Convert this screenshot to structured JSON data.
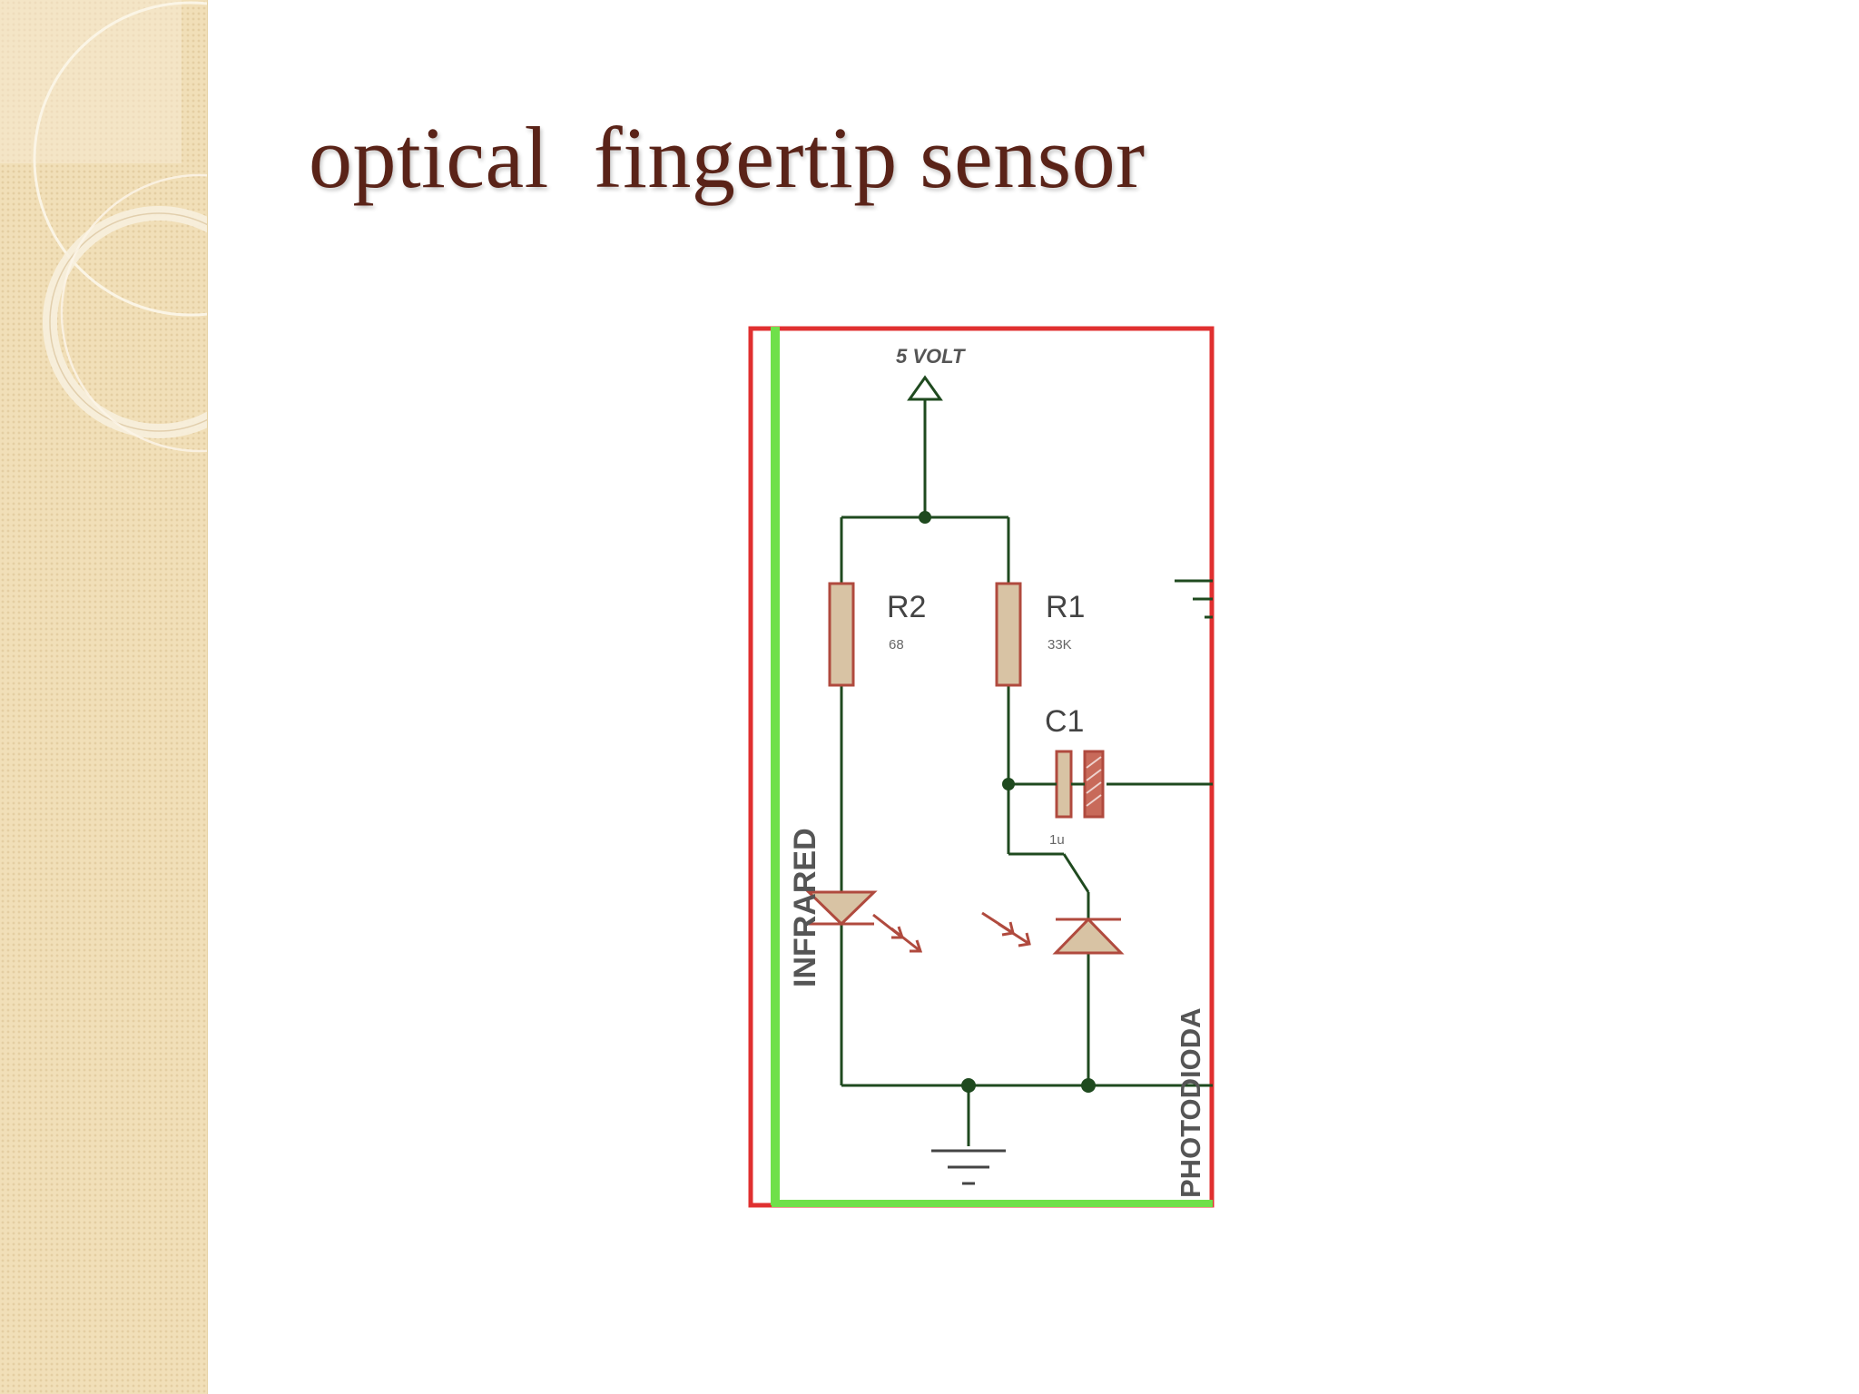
{
  "slide": {
    "title": "optical  fingertip sensor"
  },
  "diagram": {
    "supply_label": "5 VOLT",
    "components": {
      "r2": {
        "name": "R2",
        "value": "68"
      },
      "r1": {
        "name": "R1",
        "value": "33K"
      },
      "c1": {
        "name": "C1",
        "value": "1u"
      }
    },
    "infrared_label": "INFRARED",
    "photodiode_label": "PHOTODIODA"
  },
  "colors": {
    "title": "#5a2318",
    "sidebar": "#f1dfb8",
    "wire": "#1f4a1f",
    "component_fill": "#d8c3a4",
    "component_stroke": "#b04a3e",
    "frame_red": "#e03030",
    "frame_green": "#6fe04a"
  }
}
